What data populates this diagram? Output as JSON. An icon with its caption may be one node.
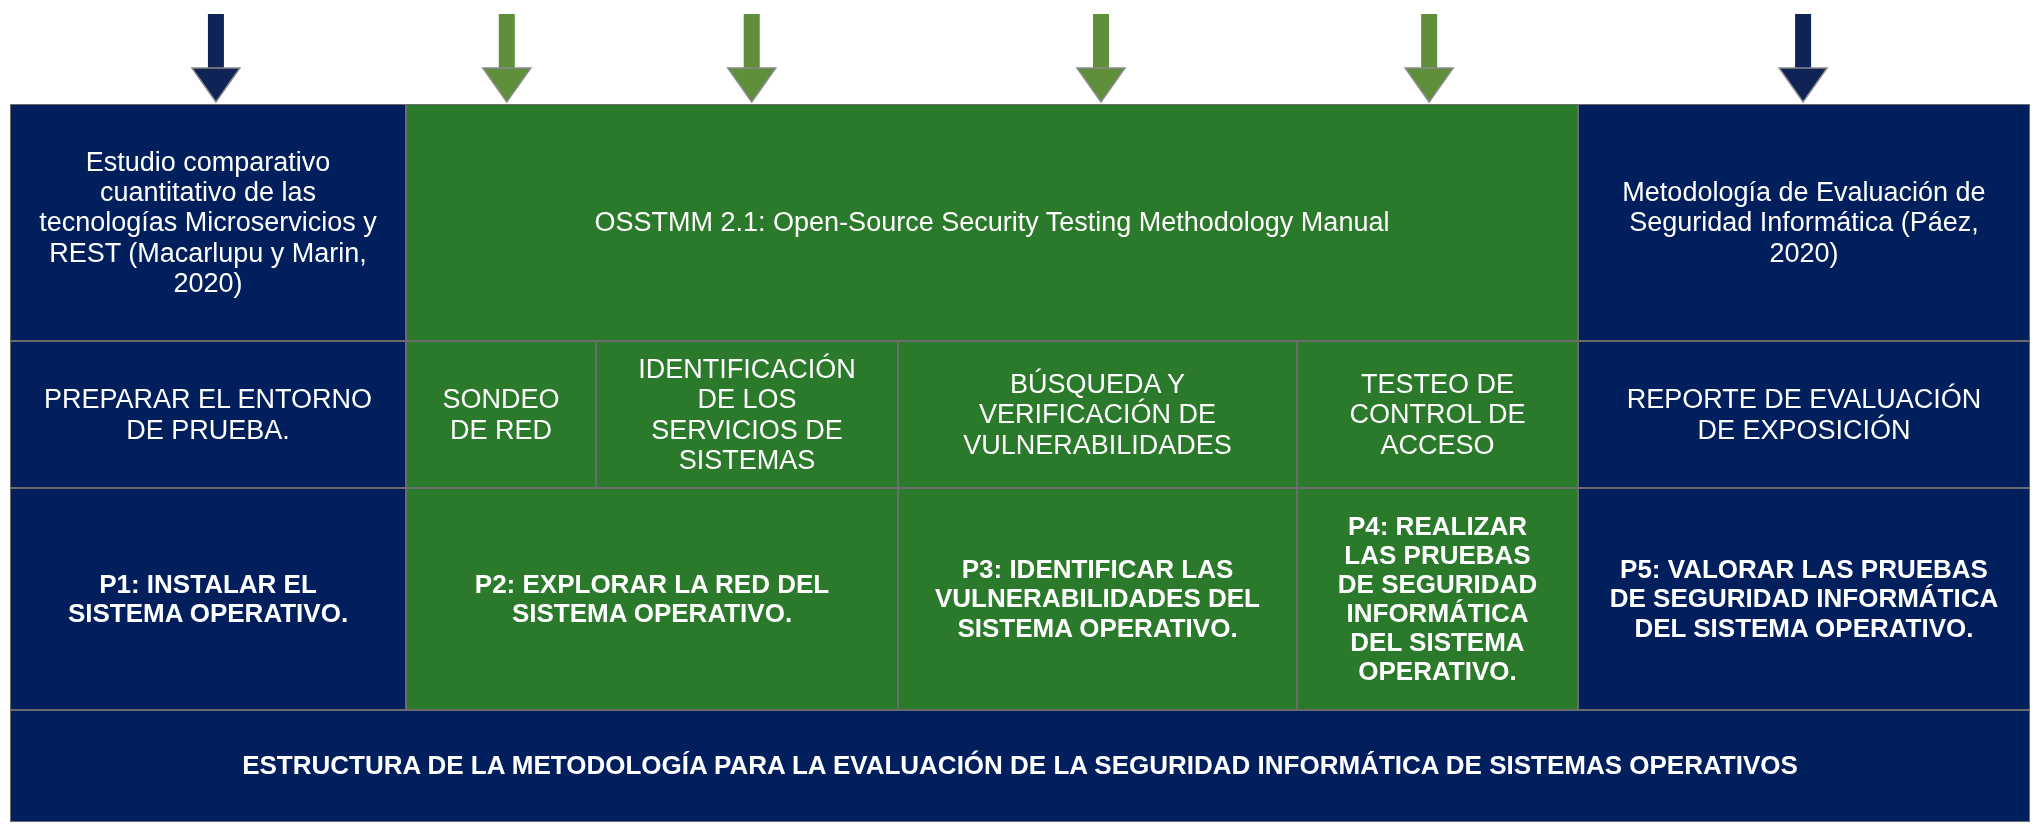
{
  "diagram": {
    "nodes": [
      {
        "text": [
          "Estudio comparativo cuantitativo de las tecnologías Microservicios y REST (Macarlupu y Marin, 2020)"
        ]
      },
      {
        "text": [
          "OSSTMM 2.1: Open-Source Security Testing Methodology Manual"
        ]
      },
      {
        "text": [
          "Metodología de Evaluación de Seguridad Informática (Páez, 2020)"
        ]
      },
      {
        "text": [
          "PREPARAR EL ENTORNO DE PRUEBA."
        ]
      },
      {
        "text": [
          "SONDEO DE RED"
        ]
      },
      {
        "text": [
          "IDENTIFICACIÓN DE LOS SERVICIOS DE SISTEMAS"
        ]
      },
      {
        "text": [
          "BÚSQUEDA Y VERIFICACIÓN DE VULNERABILIDADES"
        ]
      },
      {
        "text": [
          "TESTEO DE CONTROL DE ACCESO"
        ]
      },
      {
        "text": [
          "REPORTE DE EVALUACIÓN DE EXPOSICIÓN"
        ]
      },
      {
        "text": [
          "P1: INSTALAR EL SISTEMA OPERATIVO."
        ]
      },
      {
        "text": [
          "P2: EXPLORAR LA RED DEL SISTEMA OPERATIVO."
        ]
      },
      {
        "text": [
          "P3: IDENTIFICAR LAS VULNERABILIDADES DEL SISTEMA OPERATIVO."
        ]
      },
      {
        "text": [
          "P4: REALIZAR LAS PRUEBAS DE SEGURIDAD INFORMÁTICA DEL SISTEMA OPERATIVO."
        ]
      },
      {
        "text": [
          "P5: VALORAR LAS PRUEBAS DE SEGURIDAD INFORMÁTICA DEL SISTEMA OPERATIVO."
        ]
      },
      {
        "text": [
          "ESTRUCTURA DE LA METODOLOGÍA PARA LA EVALUACIÓN DE LA SEGURIDAD INFORMÁTICA DE SISTEMAS OPERATIVOS"
        ]
      }
    ],
    "edges": [
      {
        "from": null,
        "to": 0,
        "arrow": "to",
        "color": "#0f2357"
      },
      {
        "from": null,
        "to": 1,
        "arrow": "to"
      },
      {
        "from": null,
        "to": 1,
        "arrow": "to"
      },
      {
        "from": null,
        "to": 1,
        "arrow": "to"
      },
      {
        "from": null,
        "to": 1,
        "arrow": "to"
      },
      {
        "from": null,
        "to": 2,
        "arrow": "to",
        "color": "#0f2357"
      }
    ]
  }
}
